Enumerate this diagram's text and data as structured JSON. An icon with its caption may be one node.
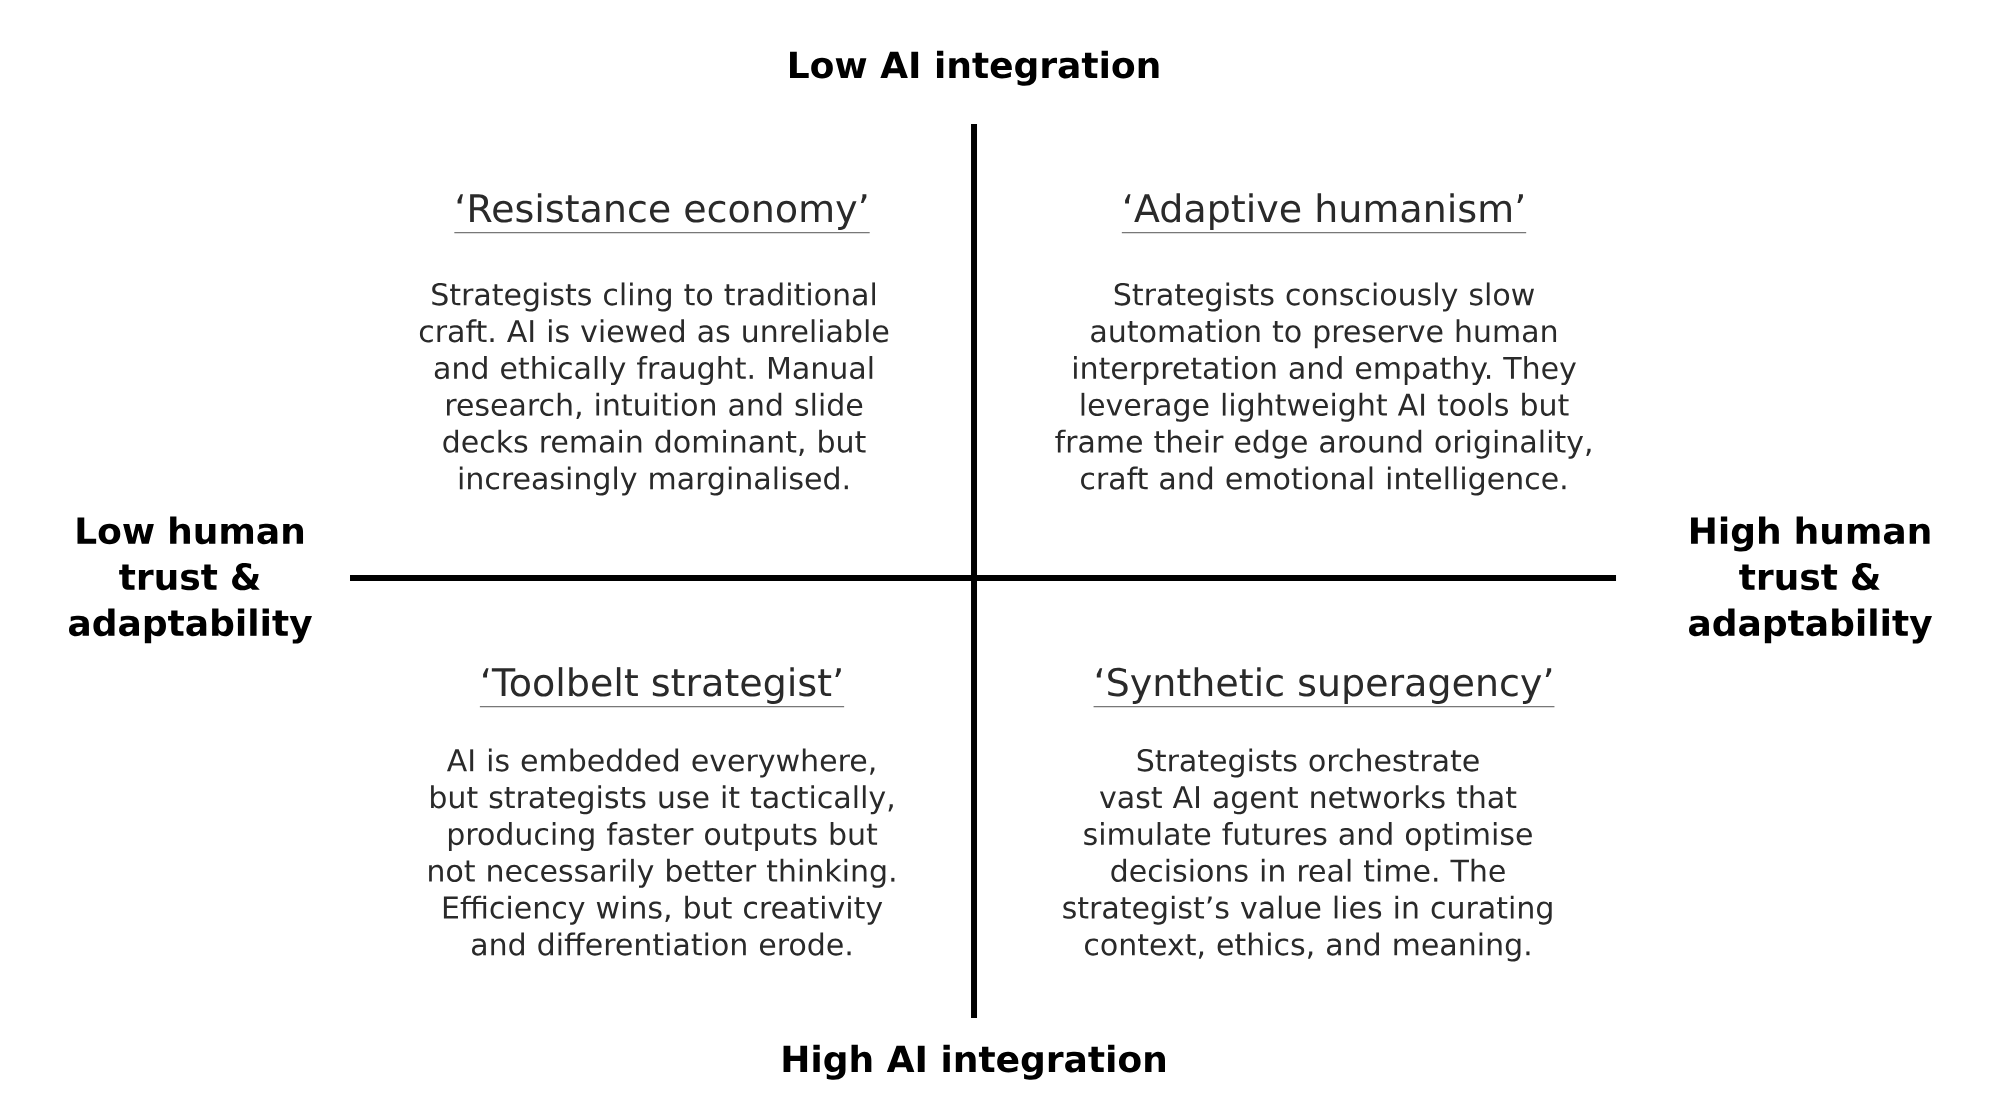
{
  "diagram": {
    "labels": [
      "Low AI integration",
      "‘Resistance economy’",
      "Strategists cling to traditional craft. AI is viewed as unreliable and ethically fraught. Manual research, intuition and slide decks remain dominant, but increasingly marginalised.",
      "‘Adaptive humanism’",
      "Strategists consciously slow automation to preserve human interpretation and empathy. They leverage lightweight AI tools but frame their edge around originality, craft and emotional intelligence.",
      "Low human trust & adaptability",
      "High human trust & adaptability",
      "‘Toolbelt strategist’",
      "AI is embedded everywhere, but strategists use it tactically, producing faster outputs but not necessarily better thinking. Efficiency wins, but creativity and differentiation erode.",
      "‘Synthetic superagency’",
      "Strategists orchestrate vast AI agent networks that simulate futures and optimise decisions in real time. The strategist’s value lies in curating context, ethics, and meaning.",
      "High AI integration"
    ]
  }
}
